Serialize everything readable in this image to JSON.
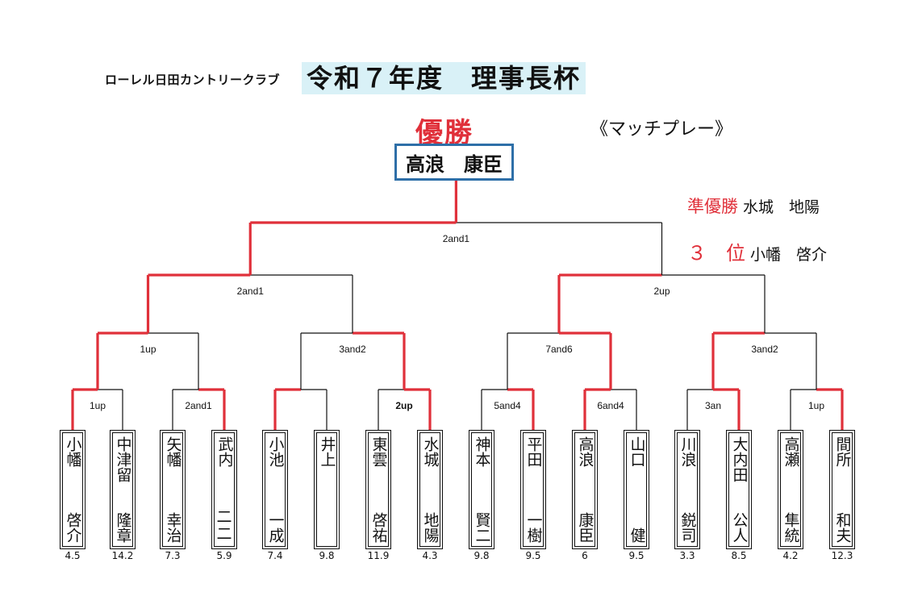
{
  "header": {
    "club": "ローレル日田カントリークラブ",
    "title": "令和７年度　理事長杯",
    "winner_heading": "優勝",
    "format": "《マッチプレー》"
  },
  "champion": "高浪　康臣",
  "placings": [
    {
      "label": "準優勝",
      "name": " 水城　地陽"
    },
    {
      "label": "３　位",
      "name": " 小幡　啓介"
    }
  ],
  "players": [
    {
      "first": "小幡",
      "last": "啓介",
      "hcp": "4.5"
    },
    {
      "first": "中津留",
      "last": "隆章",
      "hcp": "14.2"
    },
    {
      "first": "矢幡",
      "last": "幸治",
      "hcp": "7.3"
    },
    {
      "first": "武内",
      "last": "二\n二",
      "hcp": "5.9"
    },
    {
      "first": "小池",
      "last": "一成",
      "hcp": "7.4"
    },
    {
      "first": "井上",
      "last": "",
      "hcp": "9.8"
    },
    {
      "first": "東雲",
      "last": "啓祐",
      "hcp": "11.9"
    },
    {
      "first": "水城",
      "last": "地陽",
      "hcp": "4.3"
    },
    {
      "first": "神本",
      "last": "賢二",
      "hcp": "9.8"
    },
    {
      "first": "平田",
      "last": "一樹",
      "hcp": "9.5"
    },
    {
      "first": "高浪",
      "last": "康臣",
      "hcp": "6"
    },
    {
      "first": "山口",
      "last": "健",
      "hcp": "9.5"
    },
    {
      "first": "川浪",
      "last": "鋭司",
      "hcp": "3.3"
    },
    {
      "first": "大内田",
      "last": "公人",
      "hcp": "8.5"
    },
    {
      "first": "高瀬",
      "last": "隼統",
      "hcp": "4.2"
    },
    {
      "first": "間所",
      "last": "和夫",
      "hcp": "12.3"
    }
  ],
  "rounds": [
    [
      {
        "score": "1up",
        "winner": 0
      },
      {
        "score": "2and1",
        "winner": 1
      },
      {
        "score": "",
        "winner": 0
      },
      {
        "score": "2up",
        "winner": 1
      },
      {
        "score": "5and4",
        "winner": 1
      },
      {
        "score": "6and4",
        "winner": 0
      },
      {
        "score": "3an",
        "winner": 1
      },
      {
        "score": "1up",
        "winner": 1
      }
    ],
    [
      {
        "score": "1up",
        "winner": 0
      },
      {
        "score": "3and2",
        "winner": 1
      },
      {
        "score": "7and6",
        "winner": 1
      },
      {
        "score": "3and2",
        "winner": 0
      }
    ],
    [
      {
        "score": "2and1",
        "winner": 0
      },
      {
        "score": "2up",
        "winner": 0
      }
    ],
    [
      {
        "score": "2and1",
        "winner": 0
      }
    ]
  ],
  "colors": {
    "accent": "#e0303a",
    "line": "#111111",
    "frame": "#2e6fa8",
    "title_bg": "#d9f1f7"
  }
}
